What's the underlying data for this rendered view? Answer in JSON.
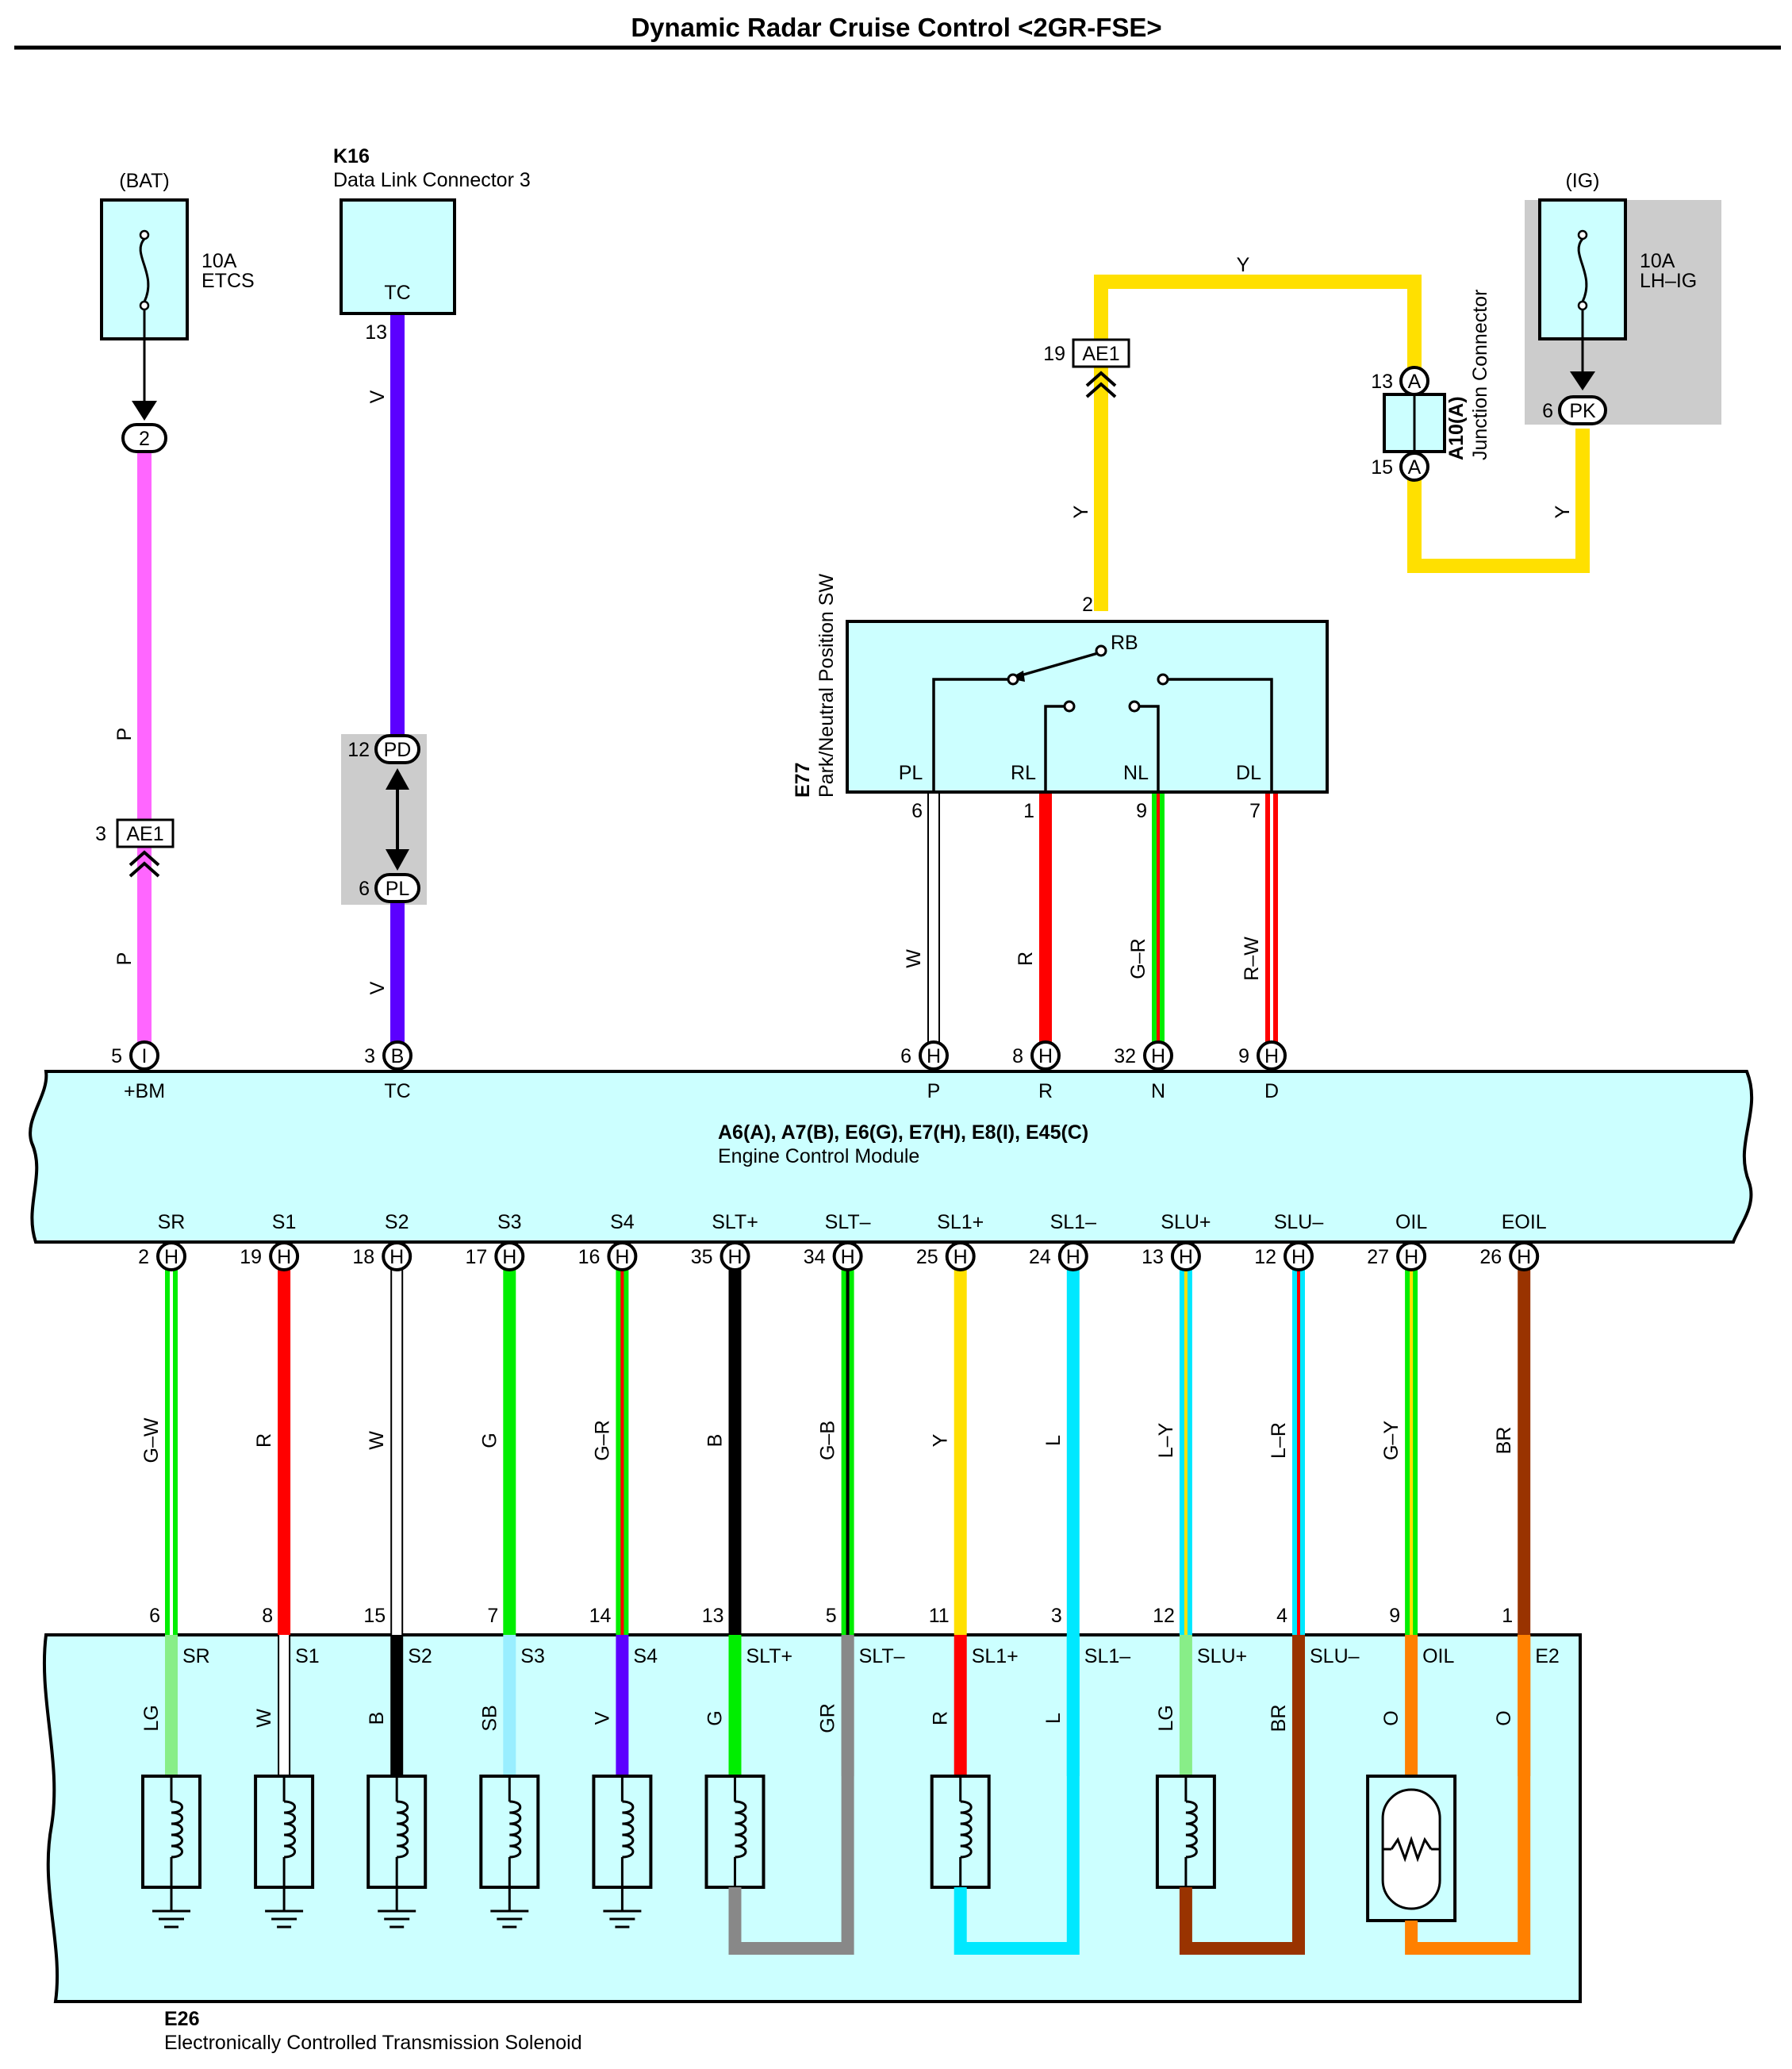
{
  "title": "Dynamic Radar Cruise Control <2GR-FSE>",
  "colors": {
    "panel": "#ccffff",
    "shade": "#cccccc",
    "P": "#ff66ff",
    "V": "#5b00ff",
    "Y": "#ffe000",
    "W": "#ffffff",
    "R": "#ff0000",
    "G": "#00ee00",
    "B": "#000000",
    "L": "#00e8ff",
    "BR": "#993300",
    "LG": "#88ee88",
    "SB": "#99eeff",
    "GR": "#888888",
    "O": "#ff8000"
  },
  "fuse_bat": {
    "source": "(BAT)",
    "rating": "10A",
    "name": "ETCS",
    "pin": "2"
  },
  "fuse_ig": {
    "source": "(IG)",
    "rating": "10A",
    "name": "LH–IG",
    "pin_num": "6",
    "pin": "PK"
  },
  "dlc": {
    "id": "K16",
    "name": "Data Link Connector 3",
    "terminal": "TC",
    "pin": "13"
  },
  "jc_bat": {
    "num": "3",
    "name": "AE1"
  },
  "jc_top": {
    "num": "19",
    "name": "AE1"
  },
  "junction": {
    "id": "A10(A)",
    "name": "Junction Connector",
    "top_num": "13",
    "top_pin": "A",
    "bot_num": "15",
    "bot_pin": "A"
  },
  "plpd": {
    "top_num": "12",
    "top_pin": "PD",
    "bot_num": "6",
    "bot_pin": "PL"
  },
  "wire_labels": {
    "bat_upper": "P",
    "bat_lower": "P",
    "dlc_upper": "V",
    "dlc_lower": "V",
    "y_top": "Y",
    "y_left": "Y",
    "y_right": "Y"
  },
  "e77": {
    "id": "E77",
    "name": "Park/Neutral Position SW",
    "rb_label": "RB",
    "rb_pin": "2",
    "terminals": [
      {
        "name": "PL",
        "pin": "6",
        "wire": "W",
        "ecm_num": "6",
        "ecm_pin": "H",
        "ecm_label": "P"
      },
      {
        "name": "RL",
        "pin": "1",
        "wire": "R",
        "ecm_num": "8",
        "ecm_pin": "H",
        "ecm_label": "R"
      },
      {
        "name": "NL",
        "pin": "9",
        "wire": "G–R",
        "ecm_num": "32",
        "ecm_pin": "H",
        "ecm_label": "N"
      },
      {
        "name": "DL",
        "pin": "7",
        "wire": "R–W",
        "ecm_num": "9",
        "ecm_pin": "H",
        "ecm_label": "D"
      }
    ]
  },
  "ecm": {
    "connectors": "A6(A), A7(B), E6(G), E7(H), E8(I), E45(C)",
    "name": "Engine Control Module",
    "top_left": [
      {
        "num": "5",
        "pin": "I",
        "label": "+BM"
      },
      {
        "num": "3",
        "pin": "B",
        "label": "TC"
      }
    ],
    "bottom": [
      {
        "label": "SR",
        "num": "2",
        "pin": "H",
        "wire": "G–W",
        "e26_num": "6",
        "e26_label": "SR",
        "int_wire": "LG"
      },
      {
        "label": "S1",
        "num": "19",
        "pin": "H",
        "wire": "R",
        "e26_num": "8",
        "e26_label": "S1",
        "int_wire": "W"
      },
      {
        "label": "S2",
        "num": "18",
        "pin": "H",
        "wire": "W",
        "e26_num": "15",
        "e26_label": "S2",
        "int_wire": "B"
      },
      {
        "label": "S3",
        "num": "17",
        "pin": "H",
        "wire": "G",
        "e26_num": "7",
        "e26_label": "S3",
        "int_wire": "SB"
      },
      {
        "label": "S4",
        "num": "16",
        "pin": "H",
        "wire": "G–R",
        "e26_num": "14",
        "e26_label": "S4",
        "int_wire": "V"
      },
      {
        "label": "SLT+",
        "num": "35",
        "pin": "H",
        "wire": "B",
        "e26_num": "13",
        "e26_label": "SLT+",
        "int_wire": "G"
      },
      {
        "label": "SLT–",
        "num": "34",
        "pin": "H",
        "wire": "G–B",
        "e26_num": "5",
        "e26_label": "SLT–",
        "int_wire": "GR"
      },
      {
        "label": "SL1+",
        "num": "25",
        "pin": "H",
        "wire": "Y",
        "e26_num": "11",
        "e26_label": "SL1+",
        "int_wire": "R"
      },
      {
        "label": "SL1–",
        "num": "24",
        "pin": "H",
        "wire": "L",
        "e26_num": "3",
        "e26_label": "SL1–",
        "int_wire": "L"
      },
      {
        "label": "SLU+",
        "num": "13",
        "pin": "H",
        "wire": "L–Y",
        "e26_num": "12",
        "e26_label": "SLU+",
        "int_wire": "LG"
      },
      {
        "label": "SLU–",
        "num": "12",
        "pin": "H",
        "wire": "L–R",
        "e26_num": "4",
        "e26_label": "SLU–",
        "int_wire": "BR"
      },
      {
        "label": "OIL",
        "num": "27",
        "pin": "H",
        "wire": "G–Y",
        "e26_num": "9",
        "e26_label": "OIL",
        "int_wire": "O"
      },
      {
        "label": "EOIL",
        "num": "26",
        "pin": "H",
        "wire": "BR",
        "e26_num": "1",
        "e26_label": "E2",
        "int_wire": "O"
      }
    ]
  },
  "e26": {
    "id": "E26",
    "name": "Electronically Controlled Transmission Solenoid"
  }
}
